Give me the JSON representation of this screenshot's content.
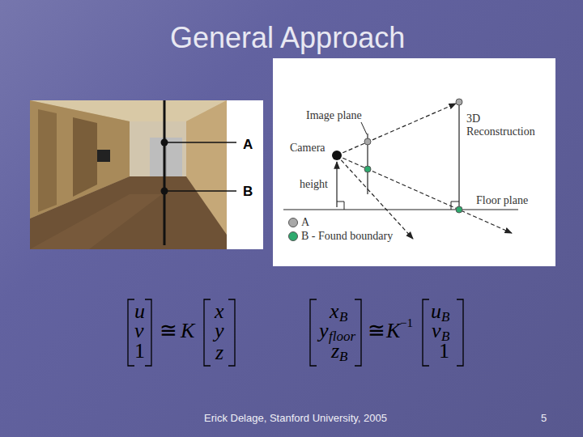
{
  "diagram": {
    "title": "General Approach",
    "labels": [
      "A",
      "B",
      "Image plane",
      "Camera",
      "height",
      "3D Reconstruction",
      "Floor plane",
      "u",
      "v",
      "1",
      "≅",
      "K",
      "x",
      "y",
      "z",
      "x",
      "B",
      "y",
      "floor",
      "z",
      "B",
      "≅",
      "K",
      "−1",
      "u",
      "B",
      "v",
      "B",
      "1",
      "Erick Delage, Stanford University, 2005",
      "5"
    ],
    "legend": [
      {
        "text": "A",
        "color": "#a8a8a8"
      },
      {
        "text": "B - Found boundary",
        "color": "#2eaa6e"
      }
    ]
  }
}
